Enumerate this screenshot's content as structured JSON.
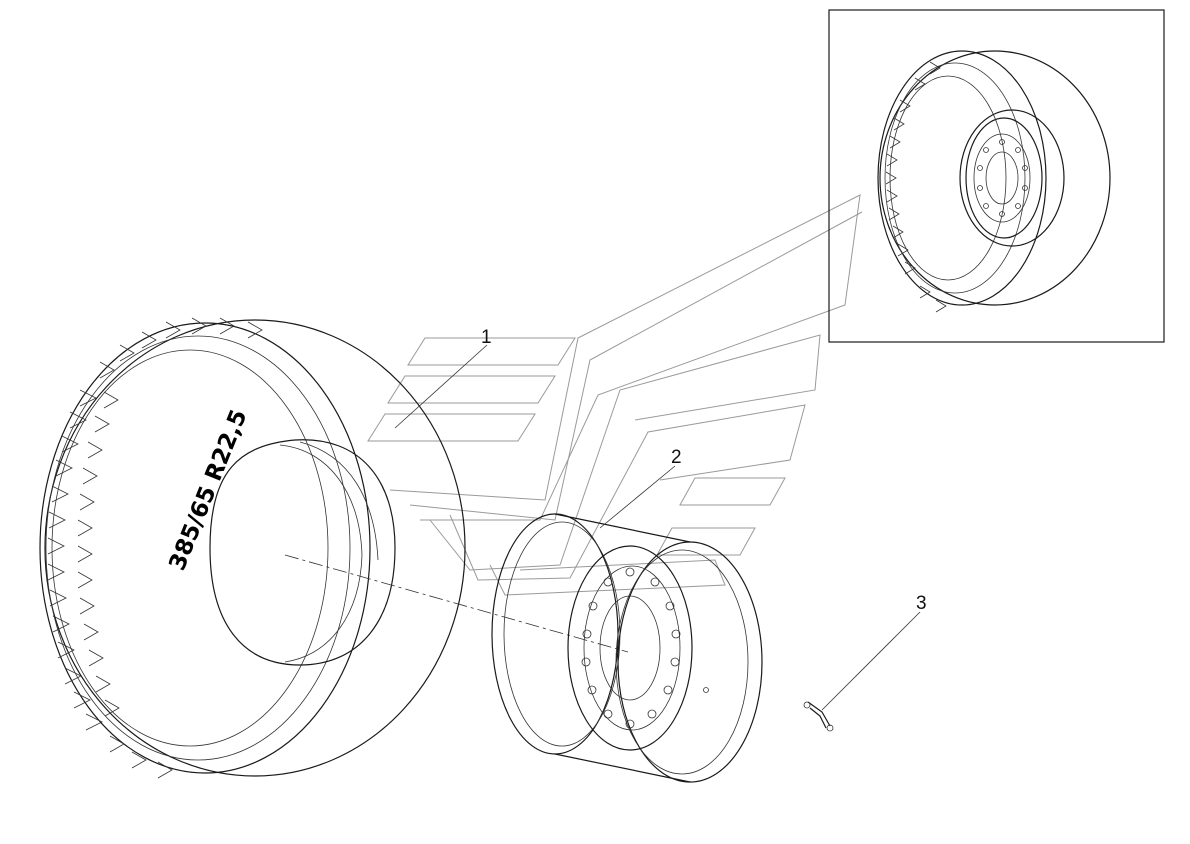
{
  "diagram": {
    "tire_marking": "385/65 R22,5",
    "callouts": [
      {
        "id": "1",
        "label": "1"
      },
      {
        "id": "2",
        "label": "2"
      },
      {
        "id": "3",
        "label": "3"
      }
    ]
  }
}
